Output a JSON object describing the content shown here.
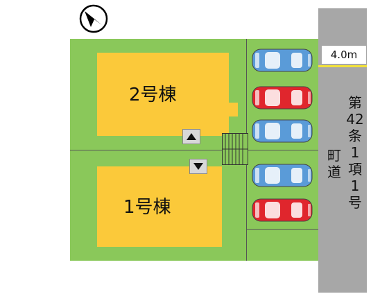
{
  "compass": {
    "icon": "north-arrow-icon"
  },
  "buildings": [
    {
      "label": "2号棟",
      "color": "#fbc93a"
    },
    {
      "label": "1号棟",
      "color": "#fbc93a"
    }
  ],
  "road": {
    "width_label": "4.0m",
    "name_vertical": [
      "第",
      "42",
      "条",
      "1",
      "項",
      "1",
      "号"
    ],
    "type_vertical": [
      "町",
      "道"
    ],
    "color": "#a7a7a7"
  },
  "lot_color": "#8ac85a",
  "parking": [
    {
      "car_color": "#5a9bd8"
    },
    {
      "car_color": "#e0262d"
    },
    {
      "car_color": "#5a9bd8"
    },
    {
      "car_color": "#5a9bd8"
    },
    {
      "car_color": "#e0262d"
    }
  ],
  "arrows": {
    "up_icon": "triangle-up-icon",
    "down_icon": "triangle-down-icon"
  }
}
